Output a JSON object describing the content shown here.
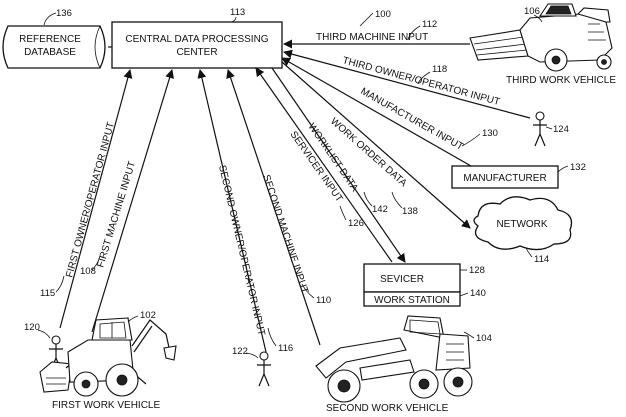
{
  "figure_number": "100",
  "boxes": {
    "reference_database": {
      "line1": "REFERENCE",
      "line2": "DATABASE",
      "ref": "136"
    },
    "central": {
      "line1": "CENTRAL DATA PROCESSING",
      "line2": "CENTER",
      "ref": "113"
    },
    "manufacturer": {
      "label": "MANUFACTURER",
      "ref": "132"
    },
    "network": {
      "label": "NETWORK",
      "ref": "114"
    },
    "servicer": {
      "label": "SEVICER",
      "ref": "128"
    },
    "work_station": {
      "label": "WORK STATION",
      "ref": "140"
    }
  },
  "vehicles": {
    "first": {
      "label": "FIRST WORK VEHICLE",
      "ref": "102"
    },
    "second": {
      "label": "SECOND WORK VEHICLE",
      "ref": "104"
    },
    "third": {
      "label": "THIRD WORK VEHICLE",
      "ref": "106"
    }
  },
  "operators": {
    "first": "120",
    "second": "122",
    "third": "124"
  },
  "links": {
    "third_machine_input": {
      "label": "THIRD MACHINE INPUT",
      "ref": "112"
    },
    "third_owner_input": {
      "label": "THIRD OWNER/OPERATOR INPUT",
      "ref": "118"
    },
    "manufacturer_input": {
      "label": "MANUFACTURER INPUT",
      "ref": "130"
    },
    "work_order_data": {
      "label": "WORK ORDER DATA",
      "ref": "138"
    },
    "worklist_data": {
      "label": "WORKLIST DATA",
      "ref": "142"
    },
    "servicer_input": {
      "label": "SERVICER INPUT",
      "ref": "126"
    },
    "second_machine_input": {
      "label": "SECOND MACHINE INPUT",
      "ref": "110"
    },
    "second_owner_input": {
      "label": "SECOND OWNER/OPERATOR INPUT",
      "ref": "116"
    },
    "first_machine_input": {
      "label": "FIRST MACHINE INPUT",
      "ref": "108"
    },
    "first_owner_input": {
      "label": "FIRST OWNER/OPERATOR INPUT",
      "ref": "115"
    }
  }
}
